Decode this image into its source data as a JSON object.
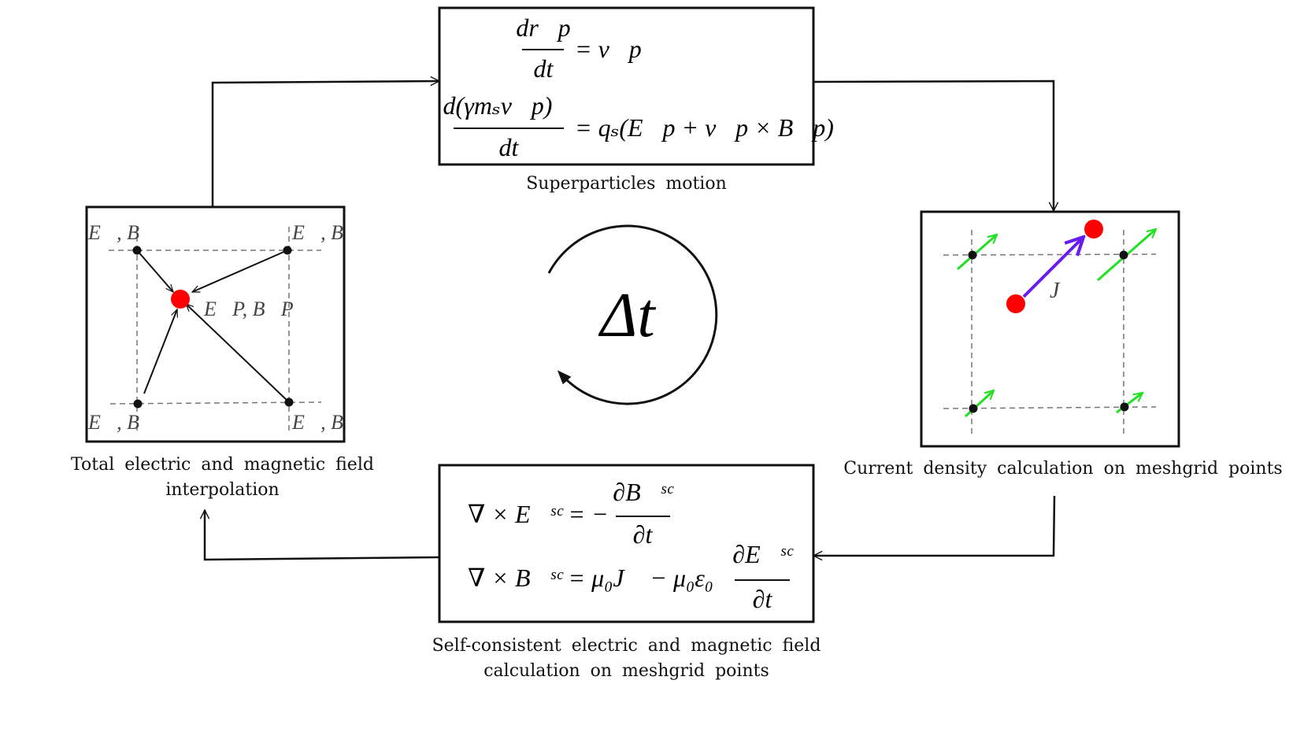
{
  "captions": {
    "motion": "Superparticles motion",
    "interpolation_line1": "Total electric and magnetic field",
    "interpolation_line2": "interpolation",
    "current": "Current density calculation on meshgrid points",
    "selfconsistent_line1": "Self-consistent electric and magnetic field",
    "selfconsistent_line2": "calculation on meshgrid points"
  },
  "cycle": {
    "delta_t": "Δt"
  },
  "motion_box": {
    "eq1_num": "dr⃗p",
    "eq1_den": "dt",
    "eq1_rhs": "= v⃗p",
    "eq2_num": "d(γmₛv⃗p)",
    "eq2_den": "dt",
    "eq2_rhs": "= qₛ(E⃗p + v⃗p × B⃗p)"
  },
  "interp_box": {
    "corner_label": "E⃗, B⃗",
    "particle_label": "E⃗P, B⃗P"
  },
  "current_box": {
    "current_label": "J⃗"
  },
  "field_box": {
    "eq1_lhs": "∇ × E⃗ˢᶜ = −",
    "eq1_num": "∂B⃗ˢᶜ",
    "eq1_den": "∂t",
    "eq2_lhs": "∇ × B⃗ˢᶜ = μ₀J⃗ −  μ₀ε₀",
    "eq2_num": "∂E⃗ˢᶜ",
    "eq2_den": "∂t"
  },
  "colors": {
    "particle": "#ff0000",
    "current_arrow": "#6a1cf0",
    "mesh_current": "#22e022",
    "line": "#111111"
  }
}
